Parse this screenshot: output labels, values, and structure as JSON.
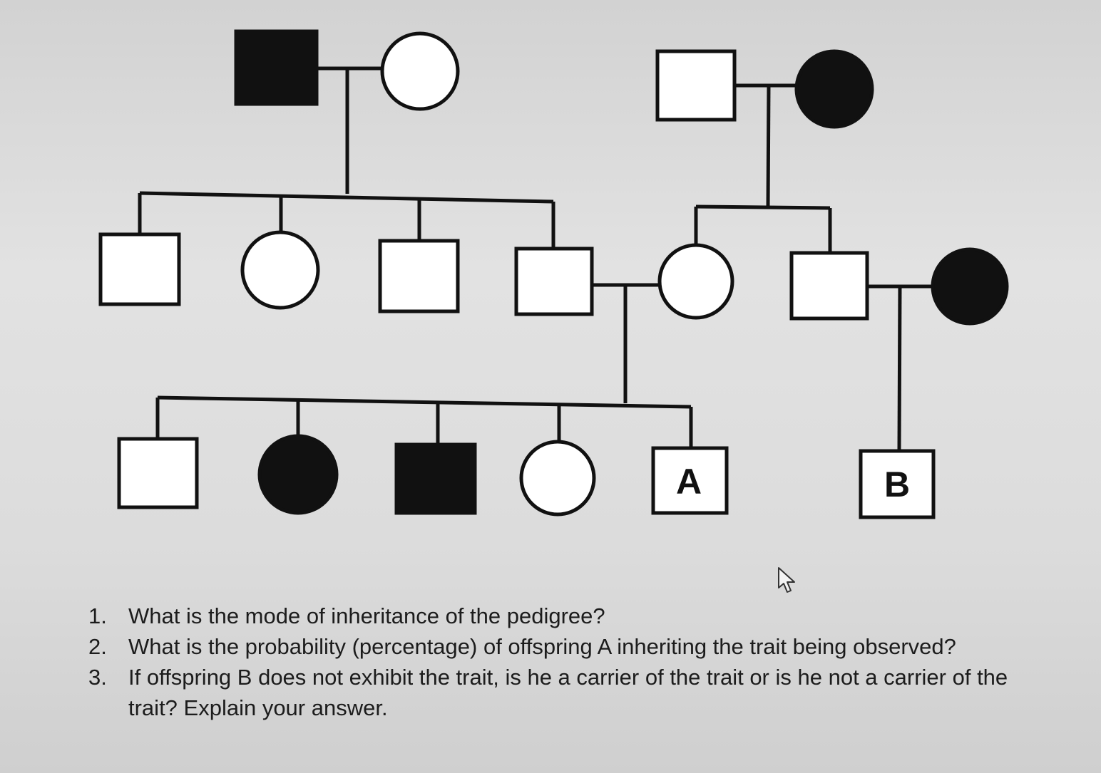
{
  "pedigree": {
    "labels": {
      "offspring_a": "A",
      "offspring_b": "B"
    },
    "individuals": [
      {
        "id": "g1-male",
        "sex": "male",
        "affected": true
      },
      {
        "id": "g1-female",
        "sex": "female",
        "affected": false
      },
      {
        "id": "g1-male-2",
        "sex": "male",
        "affected": false
      },
      {
        "id": "g1-female-2",
        "sex": "female",
        "affected": true
      },
      {
        "id": "g2-male-1",
        "sex": "male",
        "affected": false
      },
      {
        "id": "g2-female-1",
        "sex": "female",
        "affected": false
      },
      {
        "id": "g2-male-2",
        "sex": "male",
        "affected": false
      },
      {
        "id": "g2-male-3",
        "sex": "male",
        "affected": false
      },
      {
        "id": "g2-female-2",
        "sex": "female",
        "affected": false
      },
      {
        "id": "g2-male-4",
        "sex": "male",
        "affected": false
      },
      {
        "id": "g2-female-3",
        "sex": "female",
        "affected": true
      },
      {
        "id": "g3-male-1",
        "sex": "male",
        "affected": false
      },
      {
        "id": "g3-female-1",
        "sex": "female",
        "affected": true
      },
      {
        "id": "g3-male-2",
        "sex": "male",
        "affected": true
      },
      {
        "id": "g3-female-2",
        "sex": "female",
        "affected": false
      },
      {
        "id": "offspring-a",
        "sex": "male",
        "affected": false,
        "label": "A"
      },
      {
        "id": "offspring-b",
        "sex": "male",
        "affected": false,
        "label": "B"
      }
    ],
    "colors": {
      "affected": "#111111",
      "unaffected": "#ffffff",
      "line": "#111111"
    }
  },
  "questions": [
    {
      "number": "1.",
      "text": "What is the mode of inheritance of the pedigree?"
    },
    {
      "number": "2.",
      "text": "What is the probability (percentage) of offspring A inheriting the trait being observed?"
    },
    {
      "number": "3.",
      "text": "If offspring B does not exhibit the trait, is he a carrier of the trait or is he not a carrier of the trait? Explain your answer."
    }
  ]
}
